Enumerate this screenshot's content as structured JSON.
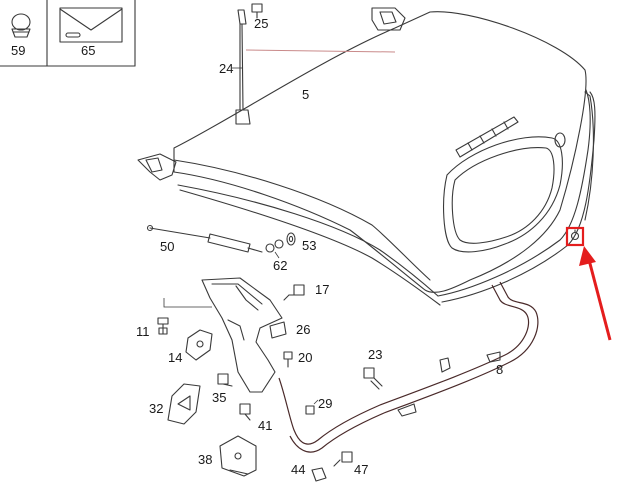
{
  "inset_labels": {
    "clip": "59",
    "marker": "65"
  },
  "part_numbers": {
    "p5": "5",
    "p8": "8",
    "p11": "11",
    "p14": "14",
    "p17": "17",
    "p20": "20",
    "p23": "23",
    "p24": "24",
    "p25": "25",
    "p26": "26",
    "p29": "29",
    "p32": "32",
    "p35": "35",
    "p38": "38",
    "p41": "41",
    "p44": "44",
    "p47": "47",
    "p50": "50",
    "p53": "53",
    "p62": "62"
  },
  "highlight": {
    "color": "#e41d1d"
  }
}
